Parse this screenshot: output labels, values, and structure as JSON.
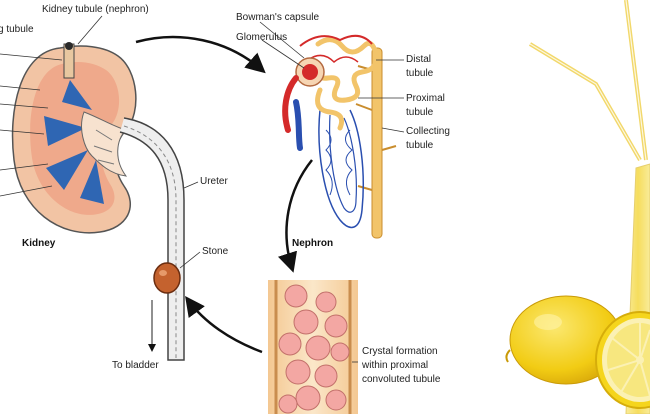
{
  "labels": {
    "kidney_tubule_nephron": "Kidney tubule (nephron)",
    "left_tubule_fragment": "g tubule",
    "bowmans_capsule": "Bowman's capsule",
    "glomerulus": "Glomerulus",
    "distal_tubule_line1": "Distal",
    "distal_tubule_line2": "tubule",
    "proximal_tubule_line1": "Proximal",
    "proximal_tubule_line2": "tubule",
    "collecting_tubule_line1": "Collecting",
    "collecting_tubule_line2": "tubule",
    "ureter": "Ureter",
    "kidney": "Kidney",
    "nephron": "Nephron",
    "stone": "Stone",
    "to_bladder": "To bladder",
    "crystal_line1": "Crystal formation",
    "crystal_line2": "within proximal",
    "crystal_line3": "convoluted tubule"
  },
  "colors": {
    "kidney_outer": "#f2c4a4",
    "kidney_medulla": "#2f66b3",
    "artery_red": "#d42a2a",
    "vein_blue": "#2a4fb0",
    "tubule_yellow": "#f2c46a",
    "crystal_pink": "#f3a7a3",
    "lemon_yellow": "#f2cc14",
    "juice_yellow": "#f7e37a",
    "arrow_black": "#111111"
  }
}
